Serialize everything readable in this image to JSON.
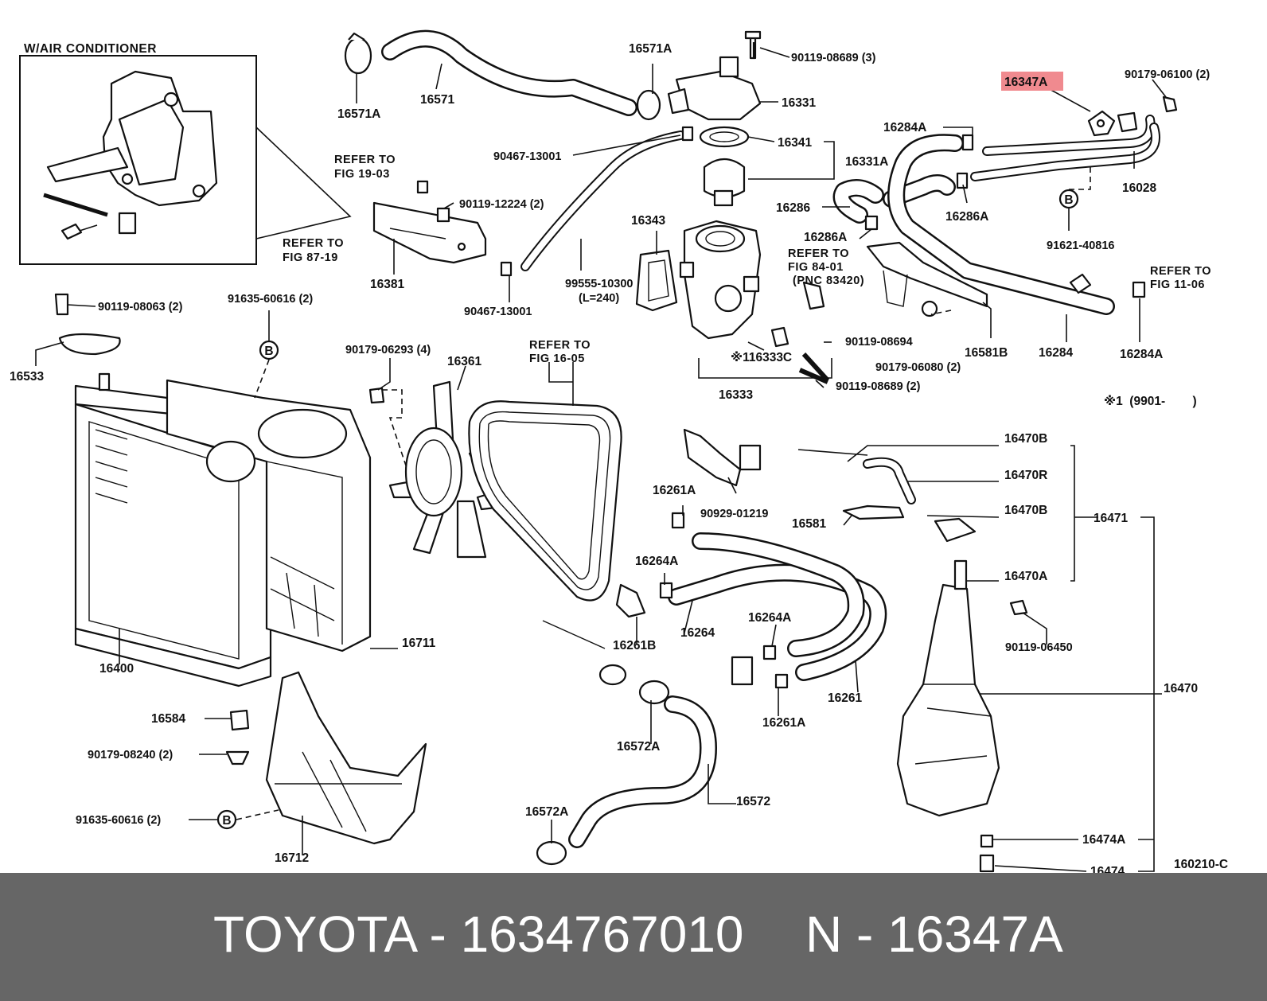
{
  "diagram": {
    "labels": [
      {
        "id": "p16571a_1",
        "text": "16571A"
      },
      {
        "id": "p16571",
        "text": "16571"
      },
      {
        "id": "p16571a_2",
        "text": "16571A"
      },
      {
        "id": "p90119_08689_3",
        "text": "90119-08689 (3)"
      },
      {
        "id": "p16331",
        "text": "16331"
      },
      {
        "id": "p16347a",
        "text": "16347A"
      },
      {
        "id": "p90179_06100",
        "text": "90179-06100 (2)"
      },
      {
        "id": "p16284a_1",
        "text": "16284A"
      },
      {
        "id": "p90467_13001_1",
        "text": "90467-13001"
      },
      {
        "id": "p16341",
        "text": "16341"
      },
      {
        "id": "p16331a",
        "text": "16331A"
      },
      {
        "id": "p16028",
        "text": "16028"
      },
      {
        "id": "p90119_12224",
        "text": "90119-12224 (2)"
      },
      {
        "id": "p16286",
        "text": "16286"
      },
      {
        "id": "p16286a_1",
        "text": "16286A"
      },
      {
        "id": "p16343",
        "text": "16343"
      },
      {
        "id": "p91621_40816",
        "text": "91621-40816"
      },
      {
        "id": "p16286a_2",
        "text": "16286A"
      },
      {
        "id": "p16381",
        "text": "16381"
      },
      {
        "id": "p99555_10300",
        "text": "99555-10300"
      },
      {
        "id": "p_l240",
        "text": "(L=240)"
      },
      {
        "id": "p90467_13001_2",
        "text": "90467-13001"
      },
      {
        "id": "p90119_08063",
        "text": "90119-08063 (2)"
      },
      {
        "id": "p91635_60616_1",
        "text": "91635-60616 (2)"
      },
      {
        "id": "p16533",
        "text": "16533"
      },
      {
        "id": "p90179_06293",
        "text": "90179-06293 (4)"
      },
      {
        "id": "p16361",
        "text": "16361"
      },
      {
        "id": "p90119_08694",
        "text": "90119-08694"
      },
      {
        "id": "p90179_06080",
        "text": "90179-06080 (2)"
      },
      {
        "id": "p16581b",
        "text": "16581B"
      },
      {
        "id": "p16284",
        "text": "16284"
      },
      {
        "id": "p16284a_2",
        "text": "16284A"
      },
      {
        "id": "p116333c",
        "text": "※116333C"
      },
      {
        "id": "p90119_08689_2",
        "text": "90119-08689 (2)"
      },
      {
        "id": "p16333",
        "text": "16333"
      },
      {
        "id": "p_note1",
        "text": "※1  (9901-        )"
      },
      {
        "id": "p16470b_1",
        "text": "16470B"
      },
      {
        "id": "p16470r",
        "text": "16470R"
      },
      {
        "id": "p16470b_2",
        "text": "16470B"
      },
      {
        "id": "p16471",
        "text": "16471"
      },
      {
        "id": "p16581",
        "text": "16581"
      },
      {
        "id": "p16261a_1",
        "text": "16261A"
      },
      {
        "id": "p90929_01219",
        "text": "90929-01219"
      },
      {
        "id": "p16470a",
        "text": "16470A"
      },
      {
        "id": "p16264a_1",
        "text": "16264A"
      },
      {
        "id": "p16264",
        "text": "16264"
      },
      {
        "id": "p16261b",
        "text": "16261B"
      },
      {
        "id": "p16264a_2",
        "text": "16264A"
      },
      {
        "id": "p90119_06450",
        "text": "90119-06450"
      },
      {
        "id": "p16400",
        "text": "16400"
      },
      {
        "id": "p16711",
        "text": "16711"
      },
      {
        "id": "p16261",
        "text": "16261"
      },
      {
        "id": "p16470",
        "text": "16470"
      },
      {
        "id": "p16584",
        "text": "16584"
      },
      {
        "id": "p16572a_1",
        "text": "16572A"
      },
      {
        "id": "p16261a_2",
        "text": "16261A"
      },
      {
        "id": "p90179_08240",
        "text": "90179-08240 (2)"
      },
      {
        "id": "p16572",
        "text": "16572"
      },
      {
        "id": "p91635_60616_2",
        "text": "91635-60616 (2)"
      },
      {
        "id": "p16572a_2",
        "text": "16572A"
      },
      {
        "id": "p16712",
        "text": "16712"
      },
      {
        "id": "p16474a",
        "text": "16474A"
      },
      {
        "id": "p16474",
        "text": "16474"
      },
      {
        "id": "p160210c",
        "text": "160210-C"
      }
    ],
    "refs": {
      "inset_title": "W/AIR CONDITIONER",
      "fig87_l1": "REFER TO",
      "fig87_l2": "FIG 87-19",
      "fig19_l1": "REFER TO",
      "fig19_l2": "FIG 19-03",
      "fig84_l1": "REFER TO",
      "fig84_l2": "FIG 84-01",
      "fig84_l3": "(PNC 83420)",
      "fig11_l1": "REFER TO",
      "fig11_l2": "FIG 11-06",
      "fig16_l1": "REFER TO",
      "fig16_l2": "FIG 16-05"
    },
    "marker_letter": "B",
    "highlight_color": "#f08a8f"
  },
  "footer": {
    "brand_part": "TOYOTA - 1634767010",
    "position": "N - 16347A",
    "background": "#666666"
  }
}
